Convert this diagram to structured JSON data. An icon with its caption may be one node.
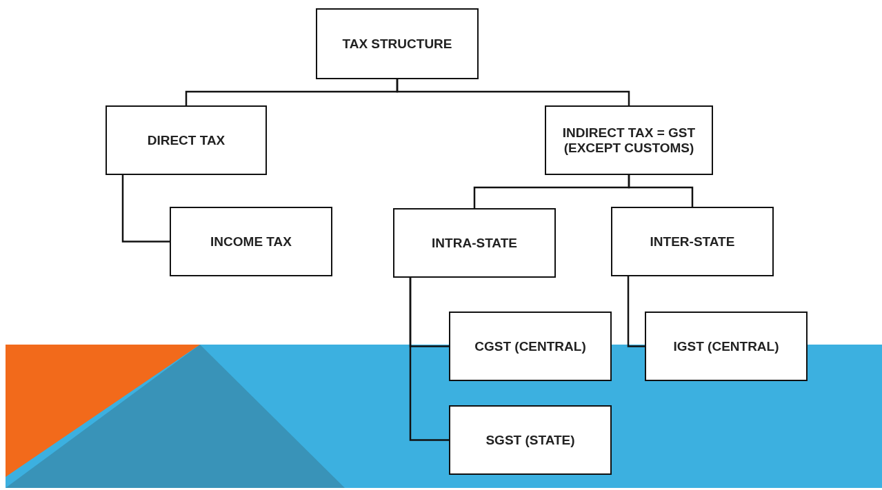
{
  "diagram": {
    "nodes": [
      {
        "text": [
          "TAX STRUCTURE"
        ]
      },
      {
        "text": [
          "DIRECT TAX"
        ]
      },
      {
        "text": [
          "INDIRECT TAX = GST (EXCEPT CUSTOMS)"
        ]
      },
      {
        "text": [
          "INCOME TAX"
        ]
      },
      {
        "text": [
          "INTRA-STATE"
        ]
      },
      {
        "text": [
          "INTER-STATE"
        ]
      },
      {
        "text": [
          "CGST (CENTRAL)"
        ]
      },
      {
        "text": [
          "IGST (CENTRAL)"
        ]
      },
      {
        "text": [
          "SGST (STATE)"
        ]
      }
    ],
    "edges": [
      {
        "from": 0,
        "to": 1,
        "arrow": "none"
      },
      {
        "from": 0,
        "to": 2,
        "arrow": "none"
      },
      {
        "from": 1,
        "to": 3,
        "arrow": "none"
      },
      {
        "from": 2,
        "to": 4,
        "arrow": "none"
      },
      {
        "from": 2,
        "to": 5,
        "arrow": "none"
      },
      {
        "from": 4,
        "to": 6,
        "arrow": "none"
      },
      {
        "from": 5,
        "to": 7,
        "arrow": "none"
      },
      {
        "from": 4,
        "to": 8,
        "arrow": "none"
      }
    ]
  }
}
